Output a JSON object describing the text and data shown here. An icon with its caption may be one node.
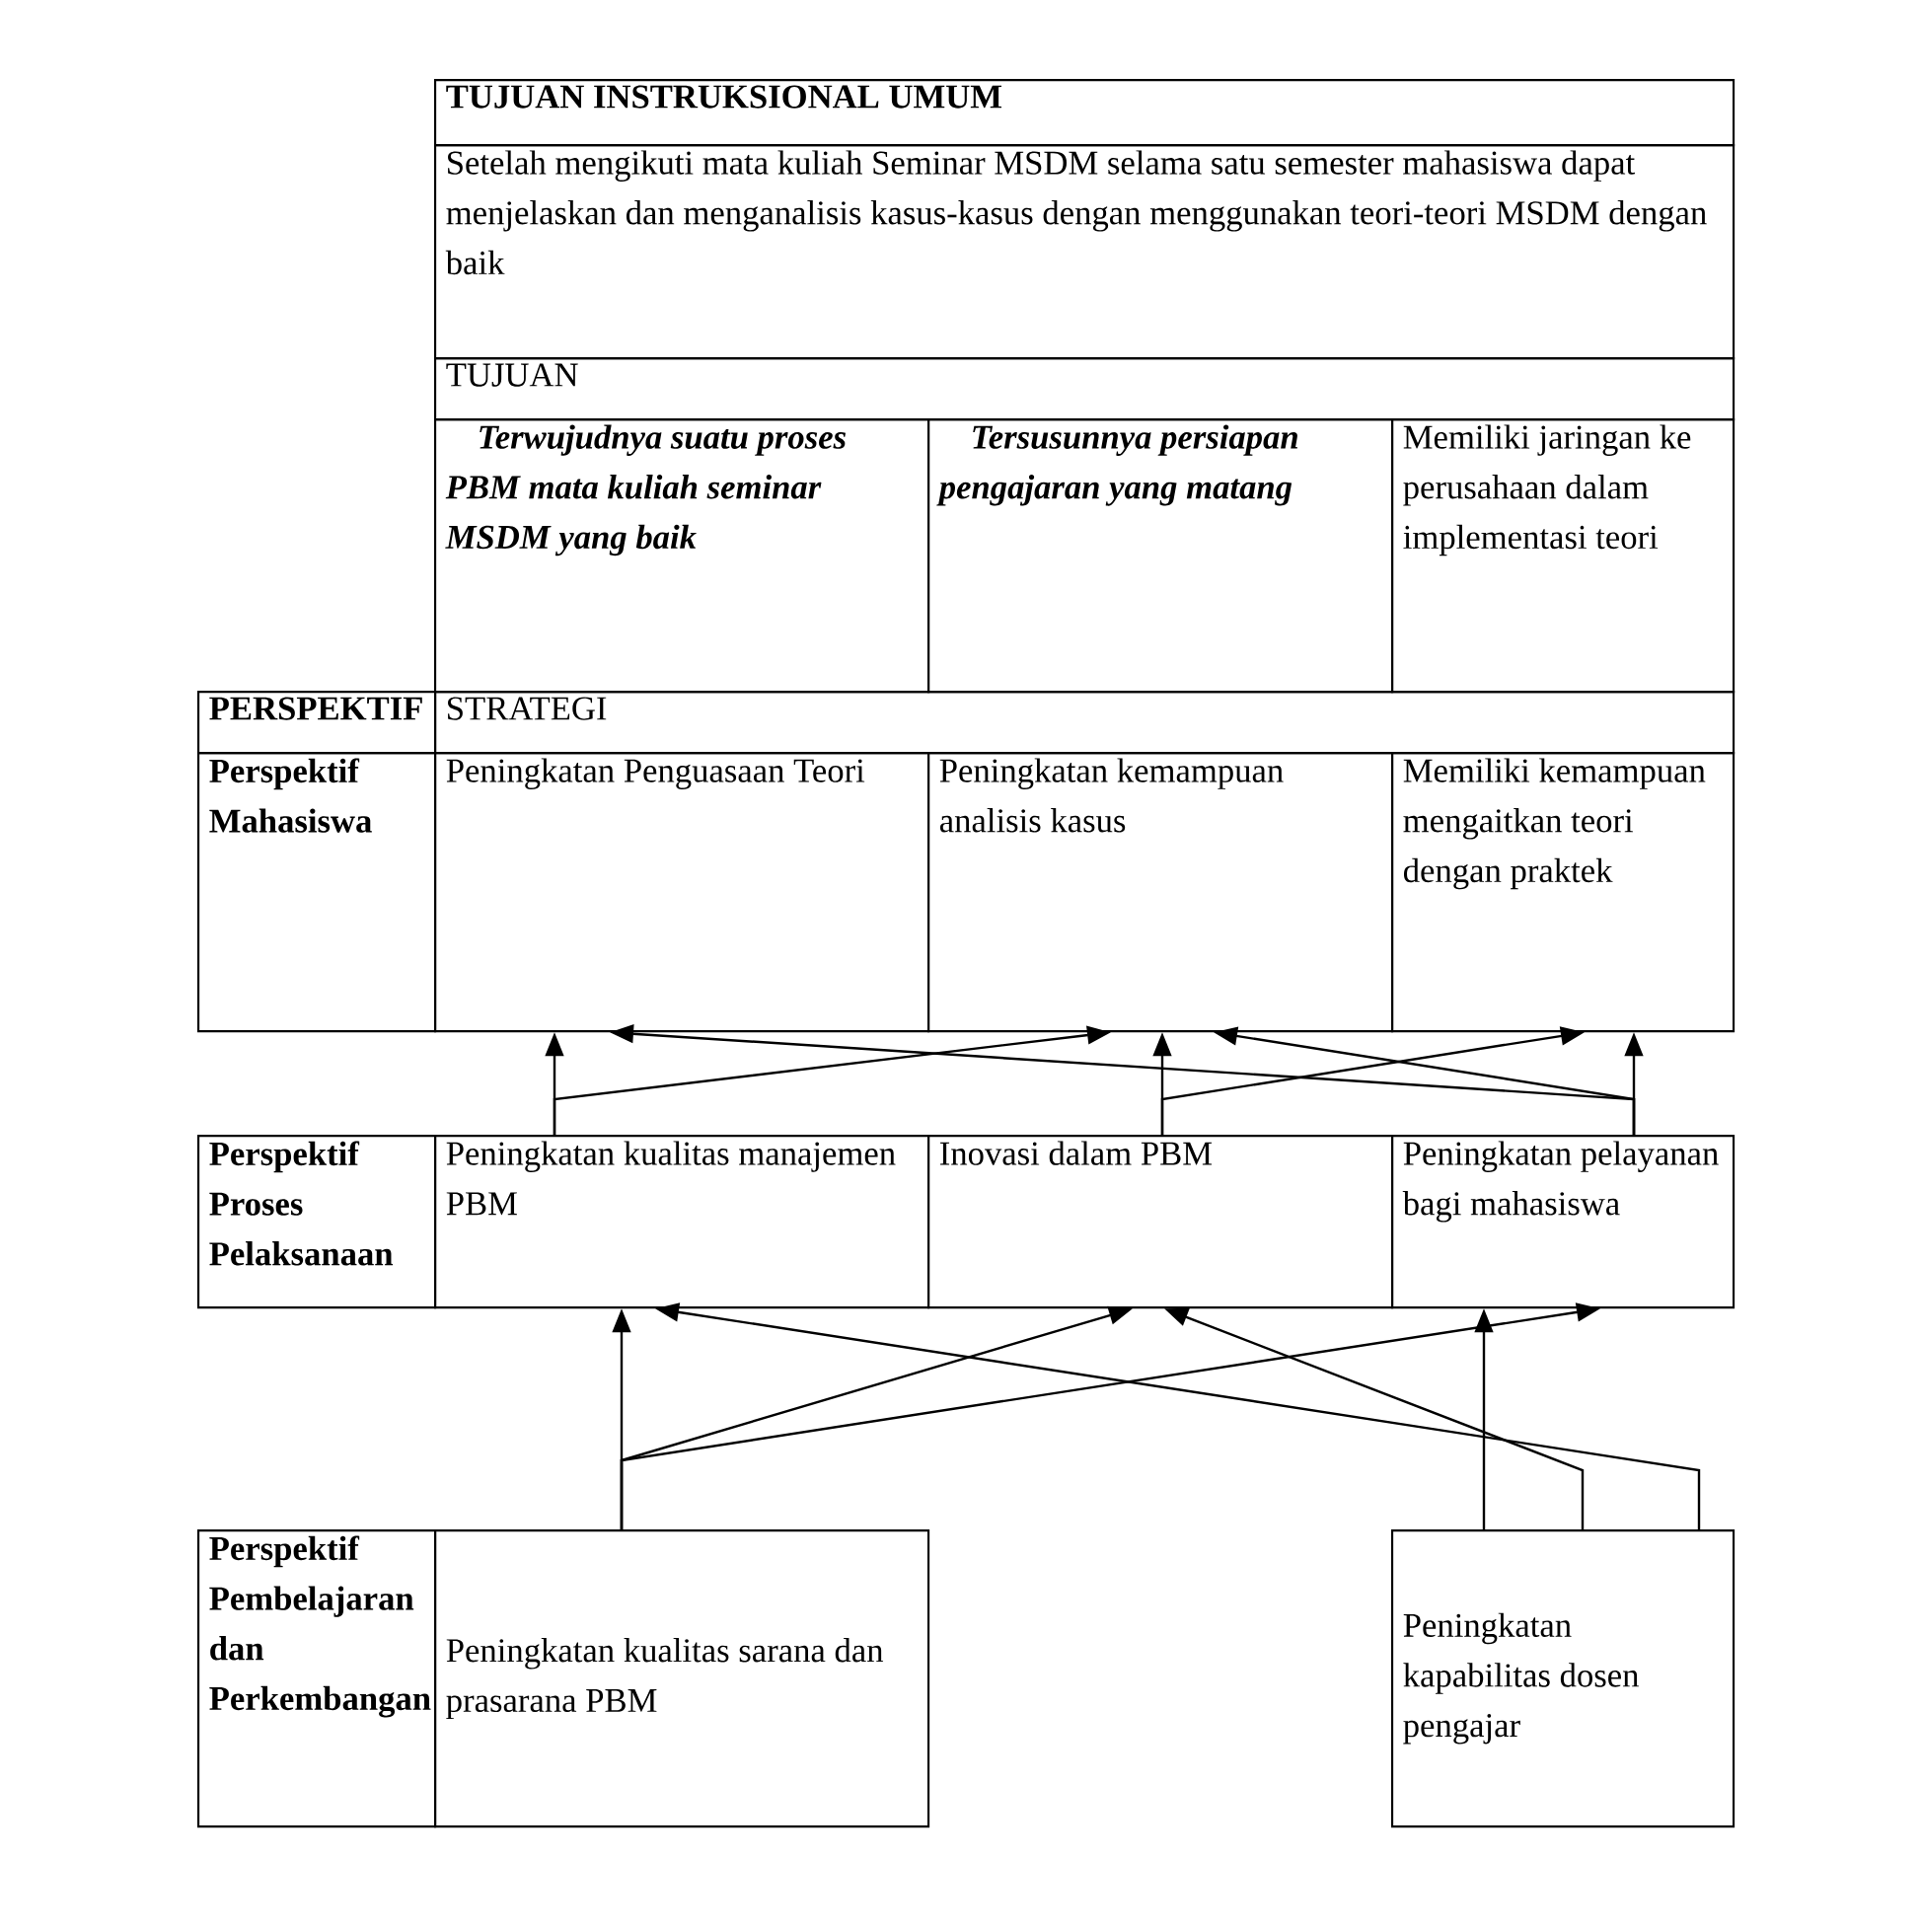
{
  "diagram": {
    "nodes": [
      {
        "text": [
          "TUJUAN INSTRUKSIONAL UMUM"
        ]
      },
      {
        "text": [
          "Setelah mengikuti mata kuliah Seminar MSDM selama satu semester mahasiswa dapat menjelaskan dan menganalisis kasus-kasus dengan menggunakan teori-teori MSDM dengan baik"
        ]
      },
      {
        "text": [
          "TUJUAN"
        ]
      },
      {
        "text": [
          "Terwujudnya suatu proses PBM mata kuliah seminar MSDM yang baik"
        ]
      },
      {
        "text": [
          "Tersusunnya persiapan pengajaran yang matang"
        ]
      },
      {
        "text": [
          "Memiliki jaringan ke perusahaan dalam implementasi teori"
        ]
      },
      {
        "text": [
          "PERSPEKTIF"
        ]
      },
      {
        "text": [
          "STRATEGI"
        ]
      },
      {
        "text": [
          "Perspektif Mahasiswa"
        ]
      },
      {
        "text": [
          "Peningkatan Penguasaan Teori"
        ]
      },
      {
        "text": [
          "Peningkatan kemampuan analisis kasus"
        ]
      },
      {
        "text": [
          "Memiliki kemampuan mengaitkan teori dengan praktek"
        ]
      },
      {
        "text": [
          "Perspektif Proses Pelaksanaan"
        ]
      },
      {
        "text": [
          "Peningkatan kualitas manajemen PBM"
        ]
      },
      {
        "text": [
          "Inovasi dalam PBM"
        ]
      },
      {
        "text": [
          "Peningkatan pelayanan bagi mahasiswa"
        ]
      },
      {
        "text": [
          "Perspektif Pembelajaran dan Perkembangan"
        ]
      },
      {
        "text": [
          "Peningkatan kualitas sarana dan prasarana PBM"
        ]
      },
      {
        "text": [
          "Peningkatan kapabilitas dosen pengajar"
        ]
      }
    ],
    "edges": [
      {
        "from": 13,
        "to": 9,
        "arrow": "to"
      },
      {
        "from": 13,
        "to": 10,
        "arrow": "to"
      },
      {
        "from": 14,
        "to": 10,
        "arrow": "to"
      },
      {
        "from": 14,
        "to": 11,
        "arrow": "to"
      },
      {
        "from": 15,
        "to": 11,
        "arrow": "to"
      },
      {
        "from": 15,
        "to": 9,
        "arrow": "to"
      },
      {
        "from": 15,
        "to": 10,
        "arrow": "to"
      },
      {
        "from": 17,
        "to": 13,
        "arrow": "to"
      },
      {
        "from": 17,
        "to": 14,
        "arrow": "to"
      },
      {
        "from": 17,
        "to": 15,
        "arrow": "to"
      },
      {
        "from": 18,
        "to": 13,
        "arrow": "to"
      },
      {
        "from": 18,
        "to": 14,
        "arrow": "to"
      },
      {
        "from": 18,
        "to": 15,
        "arrow": "to"
      }
    ]
  }
}
